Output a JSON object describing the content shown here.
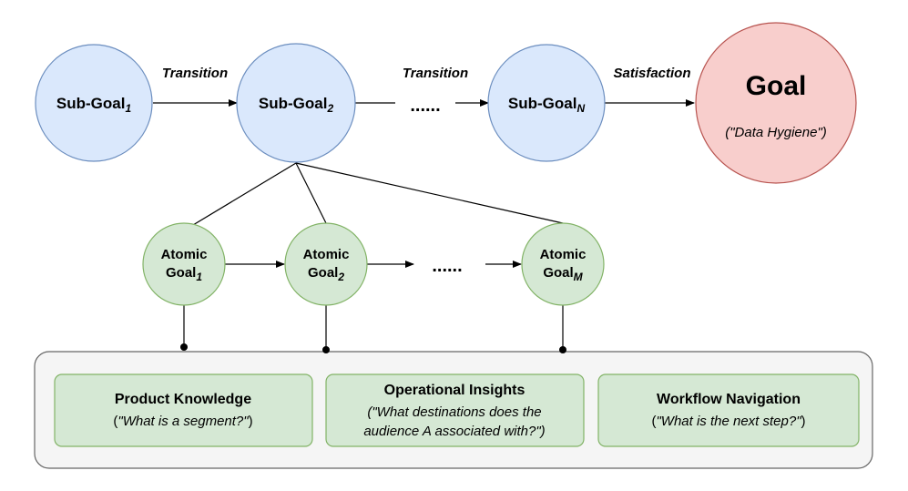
{
  "edges": {
    "transition_1": "Transition",
    "transition_2": "Transition",
    "satisfaction": "Satisfaction",
    "ellipsis_top": "......",
    "ellipsis_bottom": "......"
  },
  "subgoals": [
    {
      "base": "Sub-Goal",
      "index": "1"
    },
    {
      "base": "Sub-Goal",
      "index": "2"
    },
    {
      "base": "Sub-Goal",
      "index": "N"
    }
  ],
  "goal": {
    "title": "Goal",
    "example": "(\"Data Hygiene\")"
  },
  "atomic": [
    {
      "line1": "Atomic",
      "line2": "Goal",
      "index": "1"
    },
    {
      "line1": "Atomic",
      "line2": "Goal",
      "index": "2"
    },
    {
      "line1": "Atomic",
      "line2": "Goal",
      "index": "M"
    }
  ],
  "categories": [
    {
      "title": "Product Knowledge",
      "line1_q": "\"What is a segment?\"",
      "line2": ""
    },
    {
      "title": "Operational Insights",
      "line1_q": "(\"What destinations does the",
      "line2": "audience A associated with?\")"
    },
    {
      "title": "Workflow Navigation",
      "line1_q": "\"What is the next step?\"",
      "line2": ""
    }
  ],
  "colors": {
    "subgoal_fill": "#dae8fc",
    "subgoal_stroke": "#6c8ebf",
    "goal_fill": "#f8cecc",
    "goal_stroke": "#b85450",
    "atomic_fill": "#d5e8d4",
    "atomic_stroke": "#82b366",
    "container_fill": "#f5f5f5",
    "container_stroke": "#666666"
  }
}
